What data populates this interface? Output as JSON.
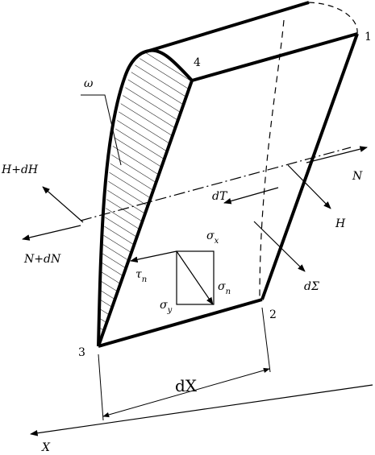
{
  "diagram": {
    "point_labels": {
      "p1": "1",
      "p2": "2",
      "p3": "3",
      "p4": "4"
    },
    "labels": {
      "omega": "ω",
      "N": "N",
      "N_plus_dN": "N+dN",
      "H": "H",
      "H_plus_dH": "H+dH",
      "dT": "dT",
      "dSigma": "dΣ",
      "dX": "dX",
      "X_axis": "X"
    },
    "stress": {
      "sigma": "σ",
      "tau": "τ",
      "sub_x": "x",
      "sub_y": "y",
      "sub_n": "n"
    },
    "colors": {
      "ink": "#000000",
      "background": "#ffffff"
    }
  }
}
